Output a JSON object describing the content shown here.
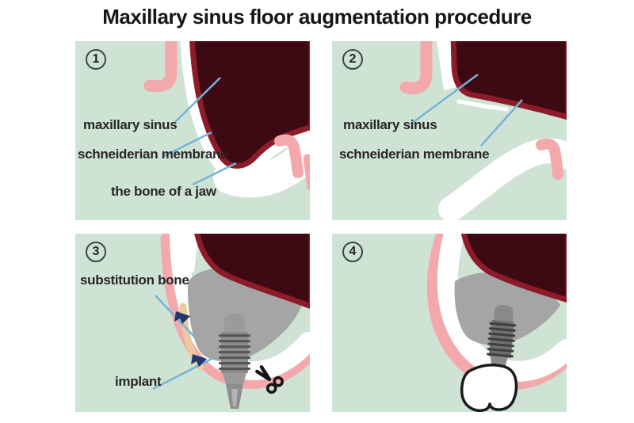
{
  "title": "Maxillary sinus floor augmentation procedure",
  "panels": [
    {
      "number": "1",
      "labels": {
        "maxillary_sinus": "maxillary sinus",
        "schneiderian_membrane": "schneiderian membrane",
        "bone_of_jaw": "the bone of a jaw"
      }
    },
    {
      "number": "2",
      "labels": {
        "maxillary_sinus": "maxillary sinus",
        "schneiderian_membrane": "schneiderian membrane"
      }
    },
    {
      "number": "3",
      "labels": {
        "substitution_bone": "substitution bone",
        "implant": "implant"
      },
      "icons": [
        "scissors-icon",
        "arrow-marker",
        "arrow-marker"
      ]
    },
    {
      "number": "4",
      "labels": {}
    }
  ],
  "colors": {
    "page_background": "#ffffff",
    "panel_background": "#cfe3d5",
    "sinus_dark": "#3d0a14",
    "membrane_red": "#8e1b29",
    "tissue_pink": "#f3a9ab",
    "bone_white": "#ffffff",
    "graft_gray": "#a5a5a5",
    "implant_gray": "#8d8d8d",
    "thread_dark": "#535353",
    "tan_ridge": "#ecca9f",
    "leader_blue": "#74b4d6",
    "arrow_navy": "#21386b",
    "text": "#262626"
  }
}
